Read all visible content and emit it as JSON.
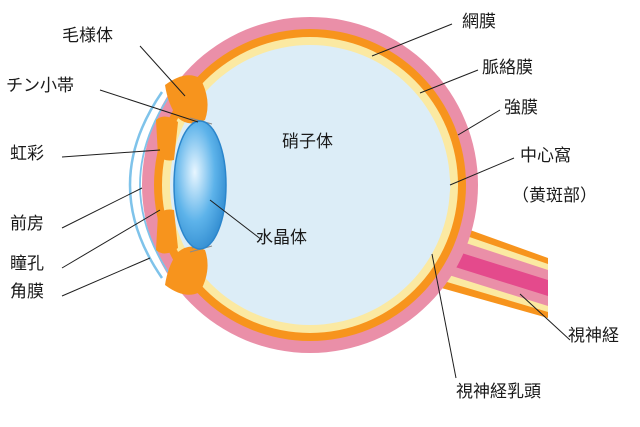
{
  "colors": {
    "sclera": "#ea8fa8",
    "choroid": "#f7941d",
    "retina": "#fbe9a2",
    "vitreous": "#dcedf7",
    "lens": "#4ea8e2",
    "cornea": "#7fc3ea",
    "nerve_pink": "#e44a8c"
  },
  "labels": {
    "ciliary_body": "毛様体",
    "zonule": "チン小帯",
    "iris": "虹彩",
    "anterior_chamber": "前房",
    "pupil": "瞳孔",
    "cornea": "角膜",
    "vitreous": "硝子体",
    "lens": "水晶体",
    "retina": "網膜",
    "choroid": "脈絡膜",
    "sclera": "強膜",
    "fovea": "中心窩",
    "macula": "（黄斑部）",
    "optic_nerve": "視神経",
    "optic_disc": "視神経乳頭"
  }
}
